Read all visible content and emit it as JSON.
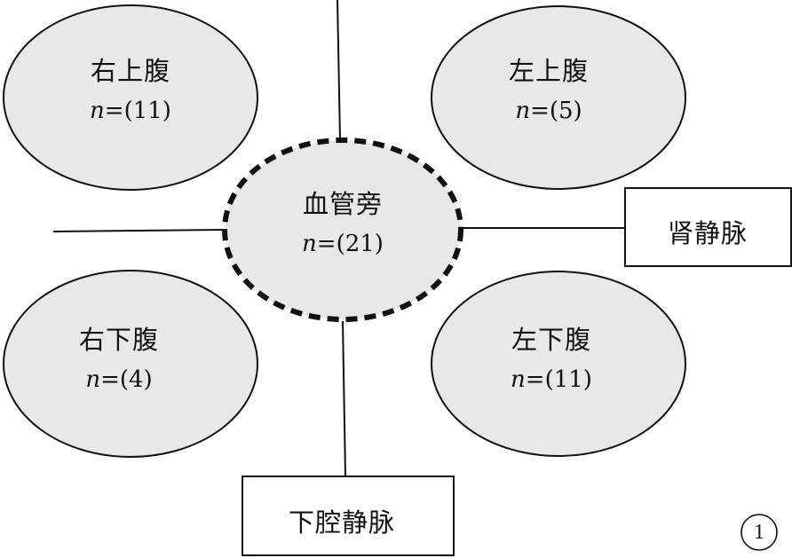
{
  "regions": {
    "right_upper": {
      "name": "右上腹",
      "n_var": "n",
      "n_value": "=(11)"
    },
    "left_upper": {
      "name": "左上腹",
      "n_var": "n",
      "n_value": "=(5)"
    },
    "perivascular": {
      "name": "血管旁",
      "n_var": "n",
      "n_value": "=(21)"
    },
    "right_lower": {
      "name": "右下腹",
      "n_var": "n",
      "n_value": "=(4)"
    },
    "left_lower": {
      "name": "左下腹",
      "n_var": "n",
      "n_value": "=(11)"
    }
  },
  "vessels": {
    "renal_vein": "肾静脉",
    "ivc": "下腔静脉"
  },
  "figure_number": "1"
}
